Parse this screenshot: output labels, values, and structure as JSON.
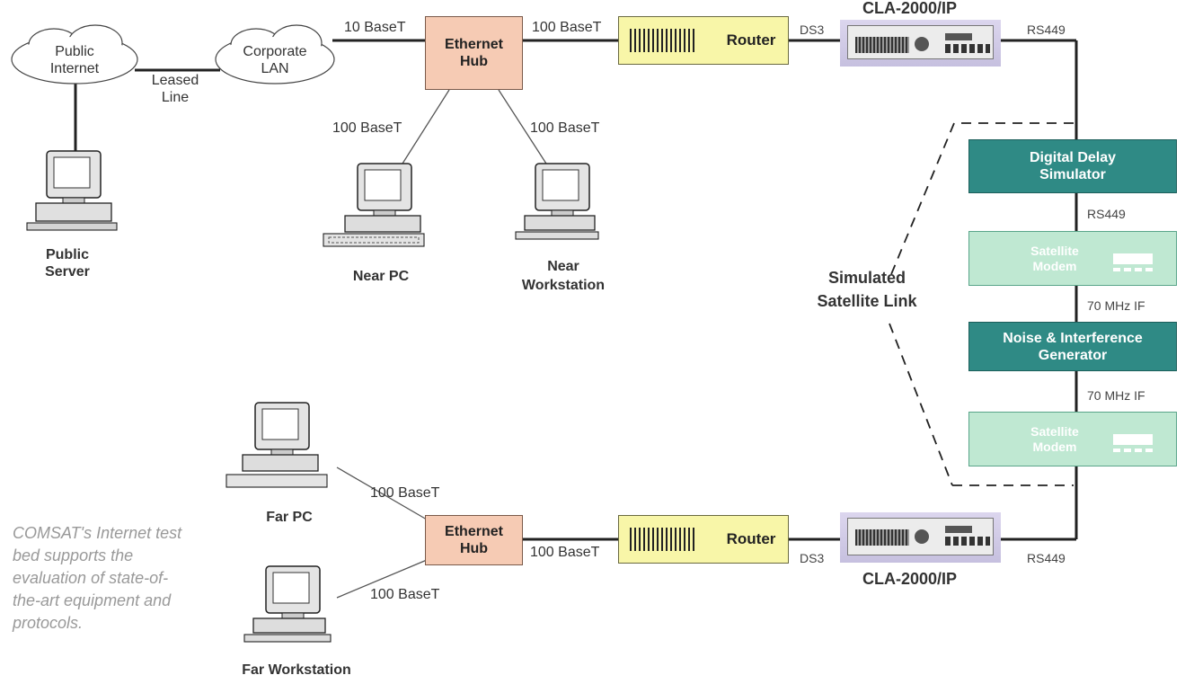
{
  "clouds": {
    "public_internet": "Public Internet",
    "corporate_lan": "Corporate LAN"
  },
  "link_labels": {
    "leased_line": "Leased Line",
    "near_10baset": "10 BaseT",
    "near_hub_router": "100 BaseT",
    "near_pc_link": "100 BaseT",
    "near_ws_link": "100 BaseT",
    "near_ds3": "DS3",
    "near_rs449": "RS449",
    "delay_rs449": "RS449",
    "if_top": "70 MHz IF",
    "if_bottom": "70 MHz IF",
    "far_pc_link": "100 BaseT",
    "far_ws_link": "100 BaseT",
    "far_hub_router": "100 BaseT",
    "far_ds3": "DS3",
    "far_rs449": "RS449"
  },
  "devices": {
    "near_hub": "Ethernet Hub",
    "near_router": "Router",
    "near_cla": "CLA-2000/IP",
    "far_hub": "Ethernet Hub",
    "far_router": "Router",
    "far_cla": "CLA-2000/IP",
    "delay_sim": "Digital Delay Simulator",
    "modem_top": "Satellite Modem",
    "noise_gen": "Noise & Interference Generator",
    "modem_bottom": "Satellite Modem"
  },
  "computers": {
    "public_server": "Public Server",
    "near_pc": "Near PC",
    "near_workstation": "Near Workstation",
    "far_pc": "Far PC",
    "far_workstation": "Far Workstation"
  },
  "simulated_link": "Simulated Satellite Link",
  "caption": "COMSAT's Internet test bed supports the evaluation of state-of-the-art equipment and protocols."
}
